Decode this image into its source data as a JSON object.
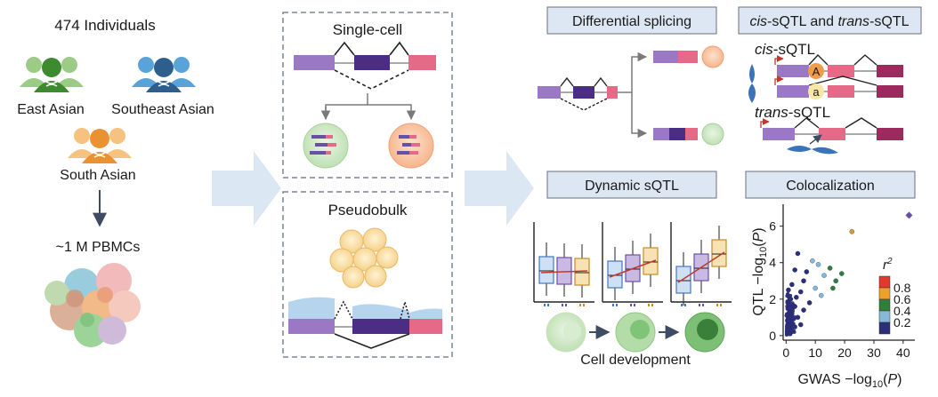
{
  "population": {
    "title": "474 Individuals",
    "groups": [
      "East Asian",
      "Southeast Asian",
      "South Asian"
    ],
    "cells_label": "~1 M PBMCs"
  },
  "methods": {
    "single_cell_title": "Single-cell",
    "pseudobulk_title": "Pseudobulk"
  },
  "analyses": {
    "differential_splicing": "Differential splicing",
    "sqtl_header_parts": [
      "cis",
      "-sQTL and ",
      "trans",
      "-sQTL"
    ],
    "cis_label_parts": [
      "cis",
      "-sQTL"
    ],
    "trans_label_parts": [
      "trans",
      "-sQTL"
    ],
    "allele_upper": "A",
    "allele_lower": "a",
    "dynamic_sqtl": "Dynamic sQTL",
    "cell_development": "Cell development",
    "colocalization": "Colocalization"
  },
  "colors": {
    "box_fill": "#dde7f3",
    "box_border": "#6b6f78",
    "dashed_border": "#7d8595",
    "exon_purple": "#9a78c4",
    "exon_dark": "#4b2d83",
    "exon_pink": "#e66a88",
    "exon_maroon": "#9c2a5e",
    "arrow_block": "#dce7f4",
    "east_asian": "#63b24c",
    "southeast_asian": "#2f86c8",
    "south_asian": "#f2a54a"
  },
  "chart_data": {
    "type": "scatter",
    "xlabel": "GWAS −log10(P)",
    "ylabel": "QTL −log10(P)",
    "xticks": [
      0,
      10,
      20,
      30,
      40
    ],
    "yticks": [
      0,
      2,
      4,
      6
    ],
    "xlim": [
      -1,
      44
    ],
    "ylim": [
      -0.25,
      7.2
    ],
    "legend": {
      "title": "r2",
      "values": [
        "0.8",
        "0.6",
        "0.4",
        "0.2"
      ],
      "colors": [
        "#e03a2d",
        "#f0a02a",
        "#2f7f3a",
        "#84b9d8",
        "#2b2f7a"
      ]
    },
    "points": [
      {
        "x": 42,
        "y": 6.6,
        "r2_bin": 1.0
      },
      {
        "x": 22.5,
        "y": 5.7,
        "r2_bin": 0.7
      },
      {
        "x": 19,
        "y": 3.4,
        "r2_bin": 0.5
      },
      {
        "x": 17,
        "y": 3.0,
        "r2_bin": 0.5
      },
      {
        "x": 15,
        "y": 3.7,
        "r2_bin": 0.5
      },
      {
        "x": 16,
        "y": 2.6,
        "r2_bin": 0.5
      },
      {
        "x": 13,
        "y": 3.3,
        "r2_bin": 0.3
      },
      {
        "x": 11,
        "y": 3.9,
        "r2_bin": 0.3
      },
      {
        "x": 9,
        "y": 4.1,
        "r2_bin": 0.3
      },
      {
        "x": 10,
        "y": 2.6,
        "r2_bin": 0.3
      },
      {
        "x": 7,
        "y": 3.5,
        "r2_bin": 0.1
      },
      {
        "x": 6,
        "y": 3.0,
        "r2_bin": 0.1
      },
      {
        "x": 5,
        "y": 2.4,
        "r2_bin": 0.1
      },
      {
        "x": 4,
        "y": 4.5,
        "r2_bin": 0.1
      },
      {
        "x": 3,
        "y": 3.6,
        "r2_bin": 0.1
      },
      {
        "x": 2,
        "y": 2.8,
        "r2_bin": 0.1
      },
      {
        "x": 8,
        "y": 1.8,
        "r2_bin": 0.1
      },
      {
        "x": 12,
        "y": 2.2,
        "r2_bin": 0.3
      },
      {
        "x": 3,
        "y": 1.6,
        "r2_bin": 0.1
      },
      {
        "x": 2,
        "y": 1.2,
        "r2_bin": 0.1
      },
      {
        "x": 1,
        "y": 0.8,
        "r2_bin": 0.1
      },
      {
        "x": 4,
        "y": 1.0,
        "r2_bin": 0.1
      },
      {
        "x": 1.5,
        "y": 2.0,
        "r2_bin": 0.1
      },
      {
        "x": 0.5,
        "y": 0.3,
        "r2_bin": 0.1
      },
      {
        "x": 1,
        "y": 1.5,
        "r2_bin": 0.1
      },
      {
        "x": 2.5,
        "y": 0.5,
        "r2_bin": 0.1
      },
      {
        "x": 0.8,
        "y": 2.5,
        "r2_bin": 0.1
      },
      {
        "x": 0.3,
        "y": 1.1,
        "r2_bin": 0.1
      },
      {
        "x": 1.8,
        "y": 0.2,
        "r2_bin": 0.1
      },
      {
        "x": 3.5,
        "y": 2.1,
        "r2_bin": 0.1
      },
      {
        "x": 6,
        "y": 1.4,
        "r2_bin": 0.1
      },
      {
        "x": 5,
        "y": 0.6,
        "r2_bin": 0.1
      },
      {
        "x": 0.6,
        "y": 1.8,
        "r2_bin": 0.1
      },
      {
        "x": 1.2,
        "y": 0.1,
        "r2_bin": 0.1
      }
    ]
  }
}
